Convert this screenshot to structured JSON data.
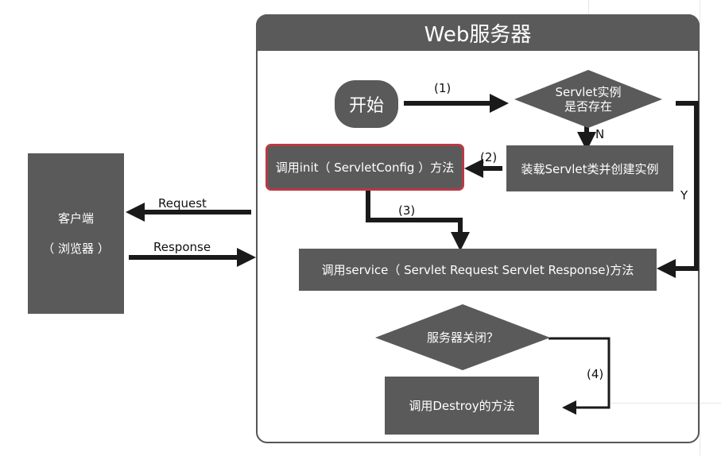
{
  "server": {
    "title": "Web服务器"
  },
  "client": {
    "line1": "客户端",
    "line2": "（ 浏览器 ）"
  },
  "arrows": {
    "request": "Request",
    "response": "Response"
  },
  "nodes": {
    "start": "开始",
    "exists_line1": "Servlet实例",
    "exists_line2": "是否存在",
    "load": "装载Servlet类并创建实例",
    "init": "调用init（ ServletConfig ）方法",
    "service": "调用service（ Servlet Request Servlet Response)方法",
    "closed": "服务器关闭？",
    "destroy": "调用Destroy的方法"
  },
  "step_labels": {
    "s1": "(1)",
    "s2": "(2)",
    "s3": "(3)",
    "s4": "(4)",
    "no": "N",
    "yes": "Y"
  },
  "colors": {
    "box": "#5a5a5a",
    "arrow": "#1a1a1a",
    "highlight": "#b93a45"
  }
}
